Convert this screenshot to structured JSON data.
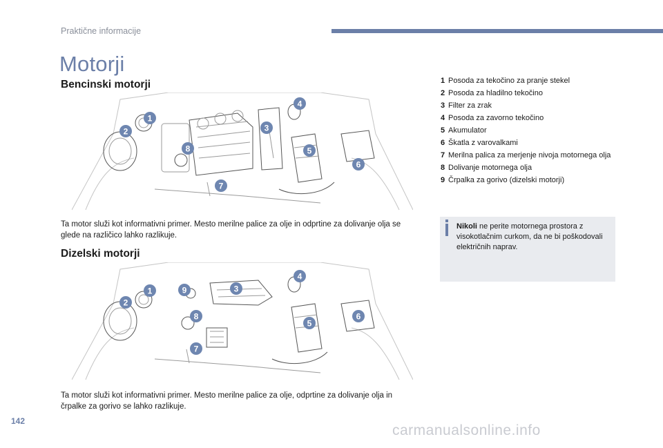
{
  "header": {
    "section_title": "Praktične informacije"
  },
  "title": "Motorji",
  "petrol": {
    "heading": "Bencinski motorji",
    "caption": "Ta motor služi kot informativni primer. Mesto merilne palice za olje in odprtine za dolivanje olja se glede na različico lahko razlikuje."
  },
  "diesel": {
    "heading": "Dizelski motorji",
    "caption": "Ta motor služi kot informativni primer. Mesto merilne palice za olje, odprtine za dolivanje olja in črpalke za gorivo se lahko razlikuje."
  },
  "legend": [
    {
      "num": "1",
      "text": "Posoda za tekočino za pranje stekel"
    },
    {
      "num": "2",
      "text": "Posoda za hladilno tekočino"
    },
    {
      "num": "3",
      "text": "Filter za zrak"
    },
    {
      "num": "4",
      "text": "Posoda za zavorno tekočino"
    },
    {
      "num": "5",
      "text": "Akumulator"
    },
    {
      "num": "6",
      "text": "Škatla z varovalkami"
    },
    {
      "num": "7",
      "text": "Merilna palica za merjenje nivoja motornega olja"
    },
    {
      "num": "8",
      "text": "Dolivanje motornega olja"
    },
    {
      "num": "9",
      "text": "Črpalka za gorivo (dizelski motorji)"
    }
  ],
  "note": {
    "bold": "Nikoli",
    "text": " ne perite motornega prostora z visokotlačnim curkom, da ne bi poškodovali električnih naprav."
  },
  "badges_petrol": [
    "1",
    "2",
    "3",
    "4",
    "5",
    "6",
    "7",
    "8"
  ],
  "badges_diesel": [
    "1",
    "2",
    "3",
    "4",
    "5",
    "6",
    "7",
    "8",
    "9"
  ],
  "page_number": "142",
  "watermark": "carmanualsonline.info",
  "colors": {
    "accent": "#6b7fa8",
    "badge": "#6e86b0",
    "note_bg": "#e9ebef"
  }
}
